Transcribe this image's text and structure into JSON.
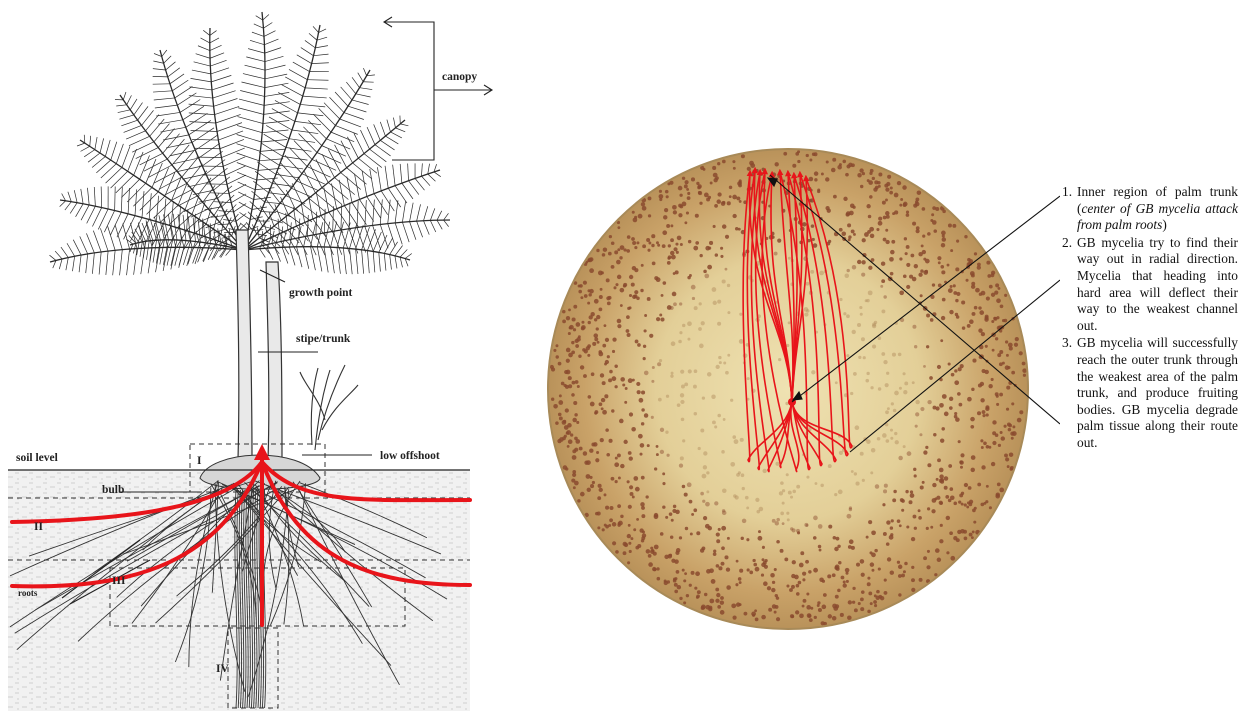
{
  "tree_labels": {
    "canopy": "canopy",
    "growth_point": "growth point",
    "stipe": "stipe/trunk",
    "low_offshoot": "low offshoot",
    "soil_level": "soil level",
    "bulb": "bulb",
    "roots": "roots",
    "zone_1": "I",
    "zone_2": "II",
    "zone_3": "III",
    "zone_4": "IV"
  },
  "notes": [
    {
      "num": "1.",
      "text": "Inner region of palm trunk (",
      "italic": "center of GB mycelia attack from palm roots",
      "tail": ")"
    },
    {
      "num": "2.",
      "text": "GB mycelia try to find their way out in radial direction. Mycelia that heading into hard area will deflect their way to the weakest channel out.",
      "italic": "",
      "tail": ""
    },
    {
      "num": "3.",
      "text": "GB mycelia will successfully reach the outer trunk through the weakest area of the palm trunk, and produce fruiting bodies. GB mycelia degrade palm tissue along their route out.",
      "italic": "",
      "tail": ""
    }
  ],
  "colors": {
    "arrow": "#e8141a",
    "disc_edge": "#c8a060",
    "disc_center": "#efe2b2",
    "dots": "#8a4a2e"
  }
}
